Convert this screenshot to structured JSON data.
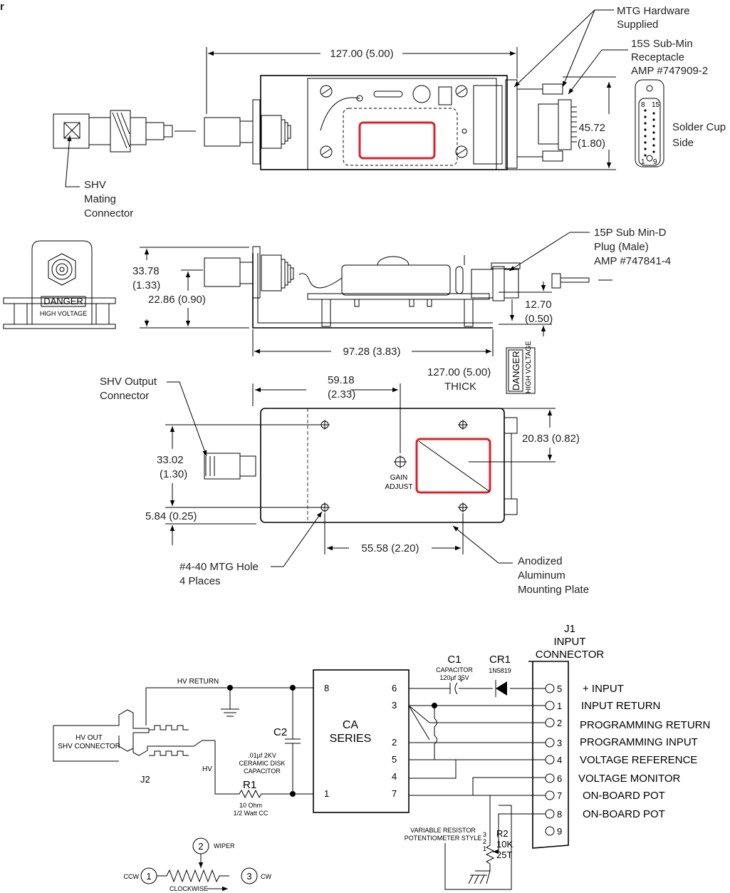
{
  "corner_mark": "r",
  "top_view": {
    "mtg_hardware": [
      "MTG Hardware",
      "Supplied"
    ],
    "receptacle": [
      "15S Sub-Min",
      "Receptacle",
      "AMP #747909-2"
    ],
    "width_dim": "127.00 (5.00)",
    "height_dim": [
      "45.72",
      "(1.80)"
    ],
    "solder_cup": [
      "Solder Cup",
      "Side"
    ],
    "mating_connector": [
      "SHV",
      "Mating",
      "Connector"
    ],
    "pin_labels": [
      "8",
      "15",
      "1",
      "9"
    ]
  },
  "side_view": {
    "plug": [
      "15P Sub Min-D",
      "Plug (Male)",
      "AMP #747841-4"
    ],
    "h1": [
      "33.78",
      "(1.33)"
    ],
    "h2": "22.86 (0.90)",
    "thick_dim": [
      "12.70",
      "(0.50)"
    ],
    "length_dim": "97.28 (3.83)",
    "thick_label": [
      "127.00 (5.00)",
      "THICK"
    ],
    "danger": "DANGER",
    "high_voltage": "HIGH VOLTAGE"
  },
  "bottom_view": {
    "shv_output": [
      "SHV Output",
      "Connector"
    ],
    "dim_59": [
      "59.18",
      "(2.33)"
    ],
    "dim_20": "20.83 (0.82)",
    "dim_33": [
      "33.02",
      "(1.30)"
    ],
    "dim_5": "5.84 (0.25)",
    "dim_55": "55.58 (2.20)",
    "gain": [
      "GAIN",
      "ADJUST"
    ],
    "mtg_hole": [
      "#4-40 MTG Hole",
      "4 Places"
    ],
    "plate": [
      "Anodized",
      "Aluminum",
      "Mounting Plate"
    ]
  },
  "schematic": {
    "j1": [
      "J1",
      "INPUT",
      "CONNECTOR"
    ],
    "c1": [
      "C1",
      "CAPACITOR",
      "120µf 35V"
    ],
    "cr1": [
      "CR1",
      "1N5819"
    ],
    "hv_return": "HV RETURN",
    "hv_out": [
      "HV OUT",
      "SHV CONNECTOR"
    ],
    "j2": "J2",
    "hv": "HV",
    "c2": "C2",
    "c2_desc": [
      ".01µf 2KV",
      "CERAMIC DISK",
      "CAPACITOR"
    ],
    "r1": "R1",
    "r1_desc": [
      "10 Ohm",
      "1/2 Watt CC"
    ],
    "module": [
      "CA",
      "SERIES"
    ],
    "module_pins_left": [
      "8",
      "1"
    ],
    "module_pins_right": [
      "6",
      "3",
      "2",
      "5",
      "4",
      "7"
    ],
    "j1_pins": [
      {
        "num": "5",
        "label": "+ INPUT"
      },
      {
        "num": "1",
        "label": "INPUT RETURN"
      },
      {
        "num": "2",
        "label": "PROGRAMMING RETURN"
      },
      {
        "num": "3",
        "label": "PROGRAMMING INPUT"
      },
      {
        "num": "4",
        "label": "VOLTAGE REFERENCE"
      },
      {
        "num": "6",
        "label": "VOLTAGE MONITOR"
      },
      {
        "num": "7",
        "label": "ON-BOARD POT"
      },
      {
        "num": "8",
        "label": "ON-BOARD POT"
      },
      {
        "num": "9",
        "label": ""
      }
    ],
    "r2": [
      "R2",
      "10K",
      "25T"
    ],
    "r2_desc": [
      "VARIABLE RESISTOR",
      "POTENTIOMETER STYLE"
    ],
    "r2_pins": [
      "3",
      "2",
      "1"
    ],
    "pot_legend": {
      "wiper_num": "2",
      "wiper": "WIPER",
      "ccw_num": "1",
      "ccw": "CCW",
      "cw_num": "3",
      "cw": "CW",
      "clockwise": "CLOCKWISE"
    }
  }
}
